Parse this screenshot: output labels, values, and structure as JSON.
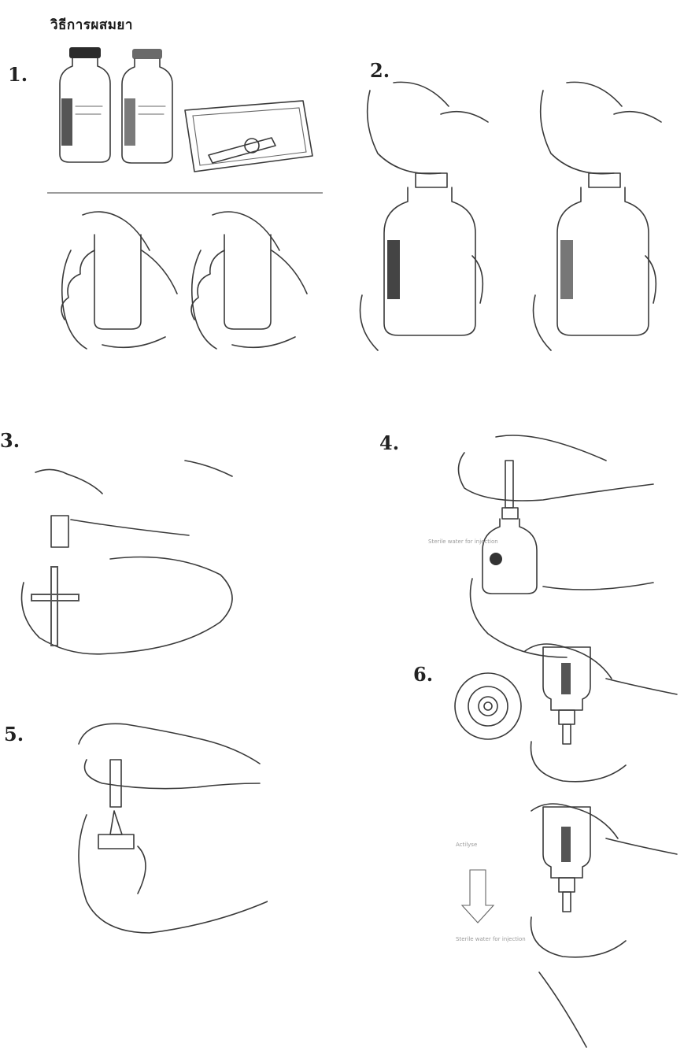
{
  "page": {
    "title": "วิธีการผสมยา"
  },
  "steps": [
    {
      "number": "1."
    },
    {
      "number": "2."
    },
    {
      "number": "3."
    },
    {
      "number": "4."
    },
    {
      "number": "5."
    },
    {
      "number": "6."
    }
  ],
  "labels": {
    "sterile_water": "Sterile water for injection",
    "transfer_top": "Actilyse",
    "transfer_bottom": "Sterile water for injection"
  }
}
